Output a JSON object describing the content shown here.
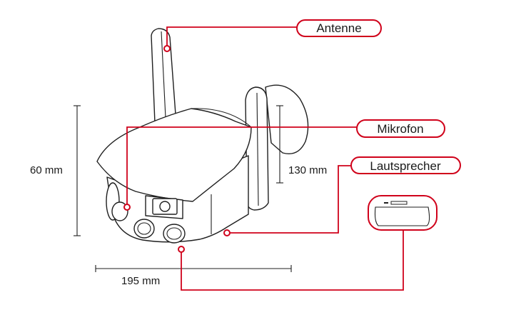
{
  "callouts": {
    "antenna": "Antenne",
    "microphone": "Mikrofon",
    "speaker": "Lautsprecher"
  },
  "dimensions": {
    "height": "60 mm",
    "depth": "130 mm",
    "width": "195 mm"
  },
  "colors": {
    "accent": "#d0021b",
    "outline": "#1f1f1f"
  }
}
